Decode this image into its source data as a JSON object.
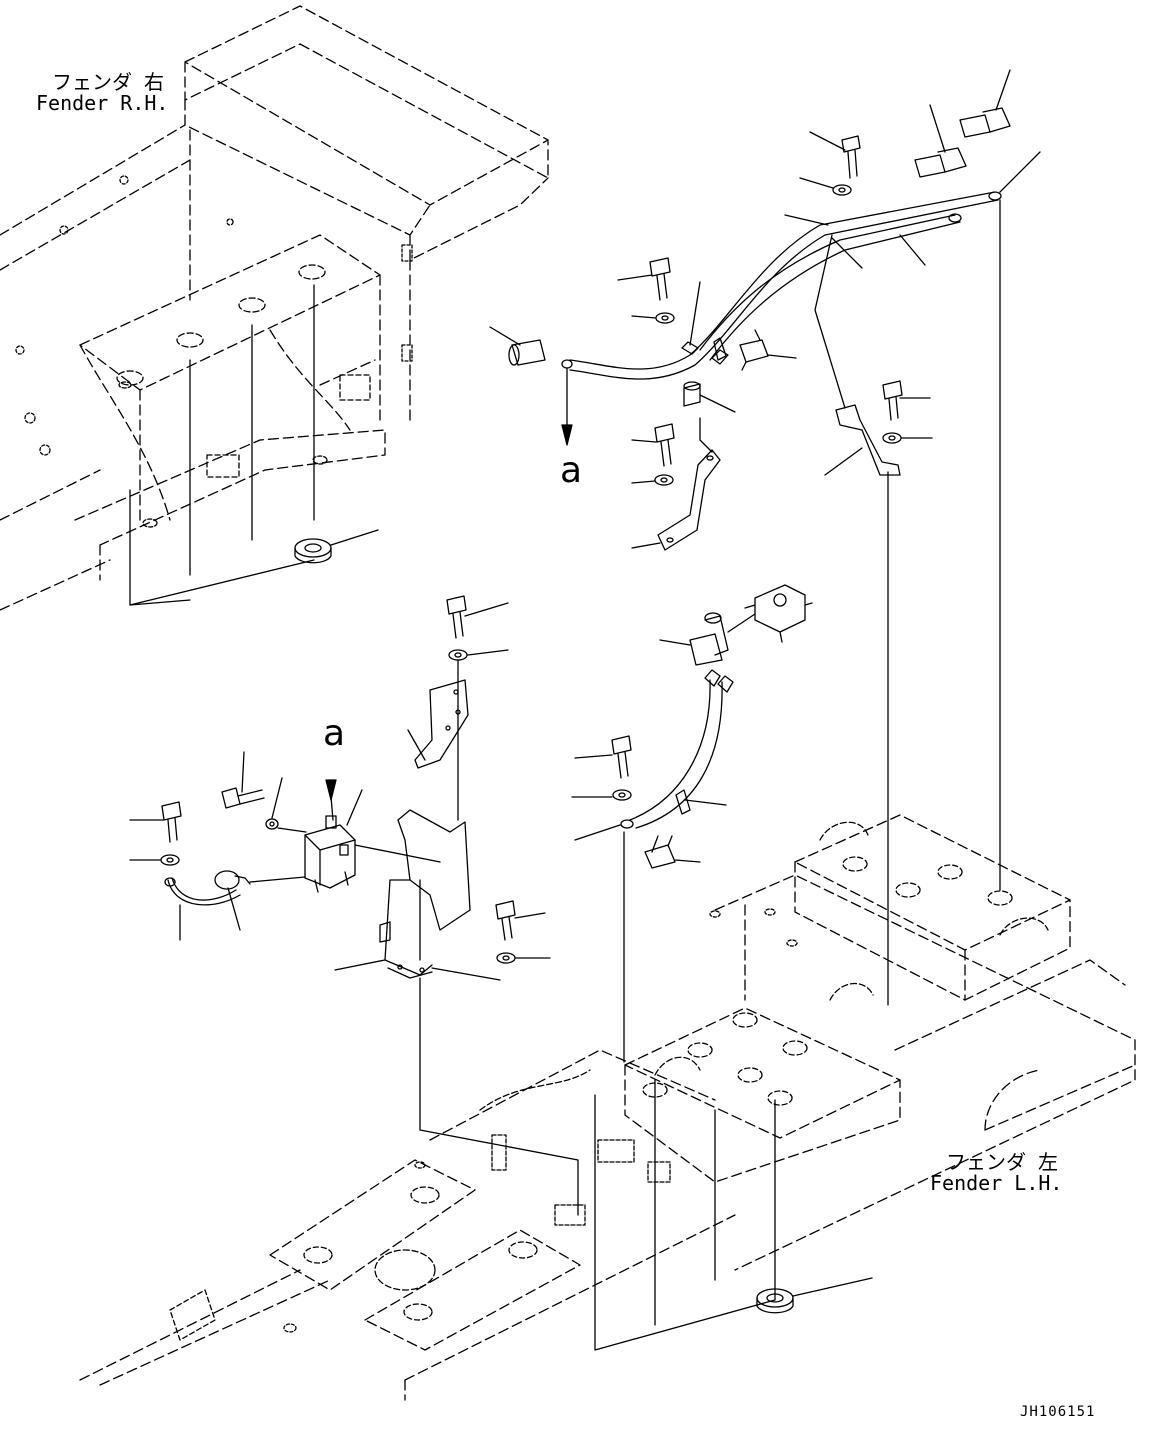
{
  "labels": {
    "fender_rh_ja": "フェンダ 右",
    "fender_rh_en": "Fender R.H.",
    "fender_lh_ja": "フェンダ 左",
    "fender_lh_en": "Fender L.H.",
    "ref_top": "a",
    "ref_bottom": "a",
    "drawing_code": "JH106151"
  }
}
